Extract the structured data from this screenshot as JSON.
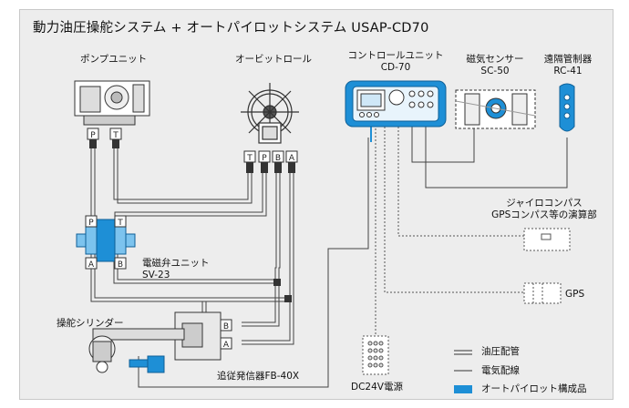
{
  "title": "動力油圧操舵システム + オートパイロットシステム USAP-CD70",
  "components": {
    "pump_unit": "ポンプユニット",
    "orbitrol": "オービットロール",
    "control_unit": {
      "name": "コントロールユニット",
      "model": "CD-70"
    },
    "magnetic_sensor": {
      "name": "磁気センサー",
      "model": "SC-50"
    },
    "remote_controller": {
      "name": "遠隔管制器",
      "model": "RC-41"
    },
    "gyro": {
      "line1": "ジャイロコンパス",
      "line2": "GPSコンパス等の演算部"
    },
    "gps": "GPS",
    "solenoid_valve": {
      "name": "電磁弁ユニット",
      "model": "SV-23"
    },
    "cylinder": "操舵シリンダー",
    "follow_up": "追従発信器FB-40X",
    "power": "DC24V電源"
  },
  "port_labels": {
    "pump": [
      "P",
      "T"
    ],
    "orbitrol": [
      "T",
      "P",
      "B",
      "A"
    ],
    "valve_top": [
      "P",
      "T"
    ],
    "valve_bottom": [
      "A",
      "B"
    ],
    "cylinder": [
      "B",
      "A"
    ]
  },
  "legend": {
    "hydraulic": "油圧配管",
    "electric": "電気配線",
    "autopilot": "オートパイロット構成品"
  },
  "colors": {
    "accent": "#1e8fd6",
    "line": "#333333",
    "hose": "#555555"
  }
}
